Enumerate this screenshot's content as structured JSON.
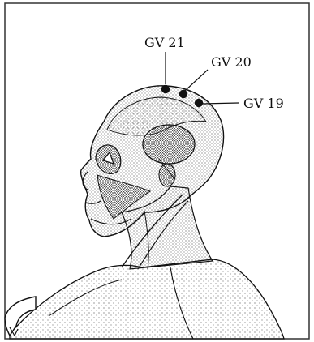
{
  "figure": {
    "points": [
      {
        "id": "gv21",
        "label": "GV 21"
      },
      {
        "id": "gv20",
        "label": "GV 20"
      },
      {
        "id": "gv19",
        "label": "GV 19"
      }
    ],
    "colors": {
      "ink": "#111111",
      "frame": "#333333",
      "background": "#ffffff",
      "stipple": "#1a1a1a"
    },
    "icons": [
      "page-curl-icon"
    ]
  }
}
